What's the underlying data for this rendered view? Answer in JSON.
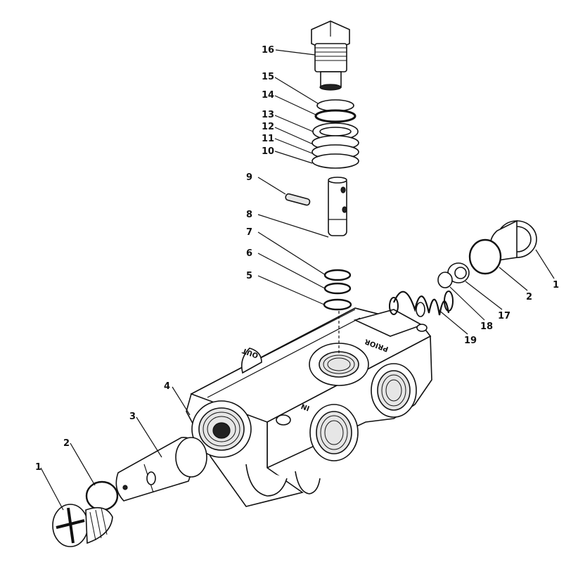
{
  "diagram": {
    "callouts": [
      {
        "id": "label-16",
        "text": "16"
      },
      {
        "id": "label-15",
        "text": "15"
      },
      {
        "id": "label-14",
        "text": "14"
      },
      {
        "id": "label-13",
        "text": "13"
      },
      {
        "id": "label-12",
        "text": "12"
      },
      {
        "id": "label-11",
        "text": "11"
      },
      {
        "id": "label-10",
        "text": "10"
      },
      {
        "id": "label-9",
        "text": "9"
      },
      {
        "id": "label-8",
        "text": "8"
      },
      {
        "id": "label-7",
        "text": "7"
      },
      {
        "id": "label-6",
        "text": "6"
      },
      {
        "id": "label-5",
        "text": "5"
      },
      {
        "id": "label-4",
        "text": "4"
      },
      {
        "id": "label-3",
        "text": "3"
      },
      {
        "id": "label-2-left",
        "text": "2"
      },
      {
        "id": "label-1-left",
        "text": "1"
      },
      {
        "id": "label-1-right",
        "text": "1"
      },
      {
        "id": "label-2-right",
        "text": "2"
      },
      {
        "id": "label-17",
        "text": "17"
      },
      {
        "id": "label-18",
        "text": "18"
      },
      {
        "id": "label-19",
        "text": "19"
      }
    ],
    "port_stamps": {
      "out": "OUT",
      "prior": "PRIOR",
      "in": "IN"
    }
  }
}
